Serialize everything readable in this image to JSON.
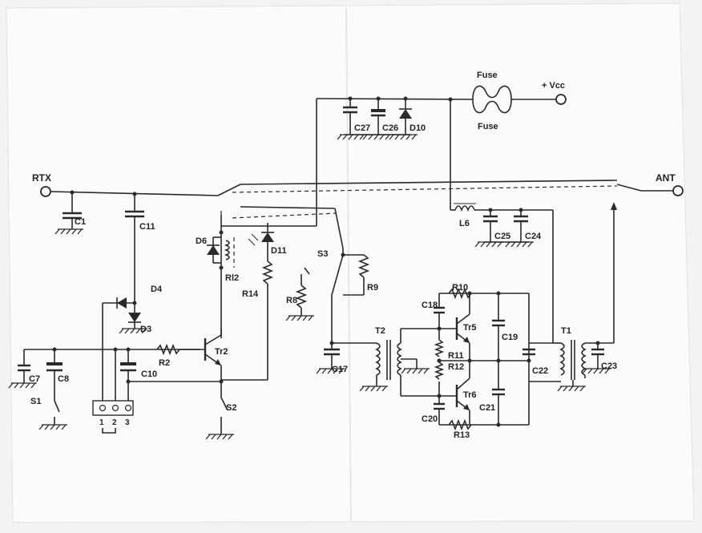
{
  "diagram": {
    "terminals": {
      "rtx": "RTX",
      "ant": "ANT",
      "vcc": "+ Vcc"
    },
    "fuse_labels": [
      "Fuse",
      "Fuse"
    ],
    "components": {
      "c1": "C1",
      "c11": "C11",
      "d4": "D4",
      "d3": "D3",
      "d6": "D6",
      "d11": "D11",
      "rl2": "Rl2",
      "r14": "R14",
      "s3": "S3",
      "r8": "R8",
      "r9": "R9",
      "c27": "C27",
      "c26": "C26",
      "d10": "D10",
      "l6": "L6",
      "c25": "C25",
      "c24": "C24",
      "c7": "C7",
      "c8": "C8",
      "s1": "S1",
      "c10": "C10",
      "r2": "R2",
      "tr2": "Tr2",
      "s2": "S2",
      "c17": "C17",
      "t2": "T2",
      "c18": "C18",
      "r10": "R10",
      "tr5": "Tr5",
      "c19": "C19",
      "r11": "R11",
      "r12": "R12",
      "c22": "C22",
      "t1": "T1",
      "c23": "C23",
      "tr6": "Tr6",
      "c21": "C21",
      "c20": "C20",
      "r13": "R13"
    },
    "connector_pins": [
      "1",
      "2",
      "3"
    ]
  }
}
